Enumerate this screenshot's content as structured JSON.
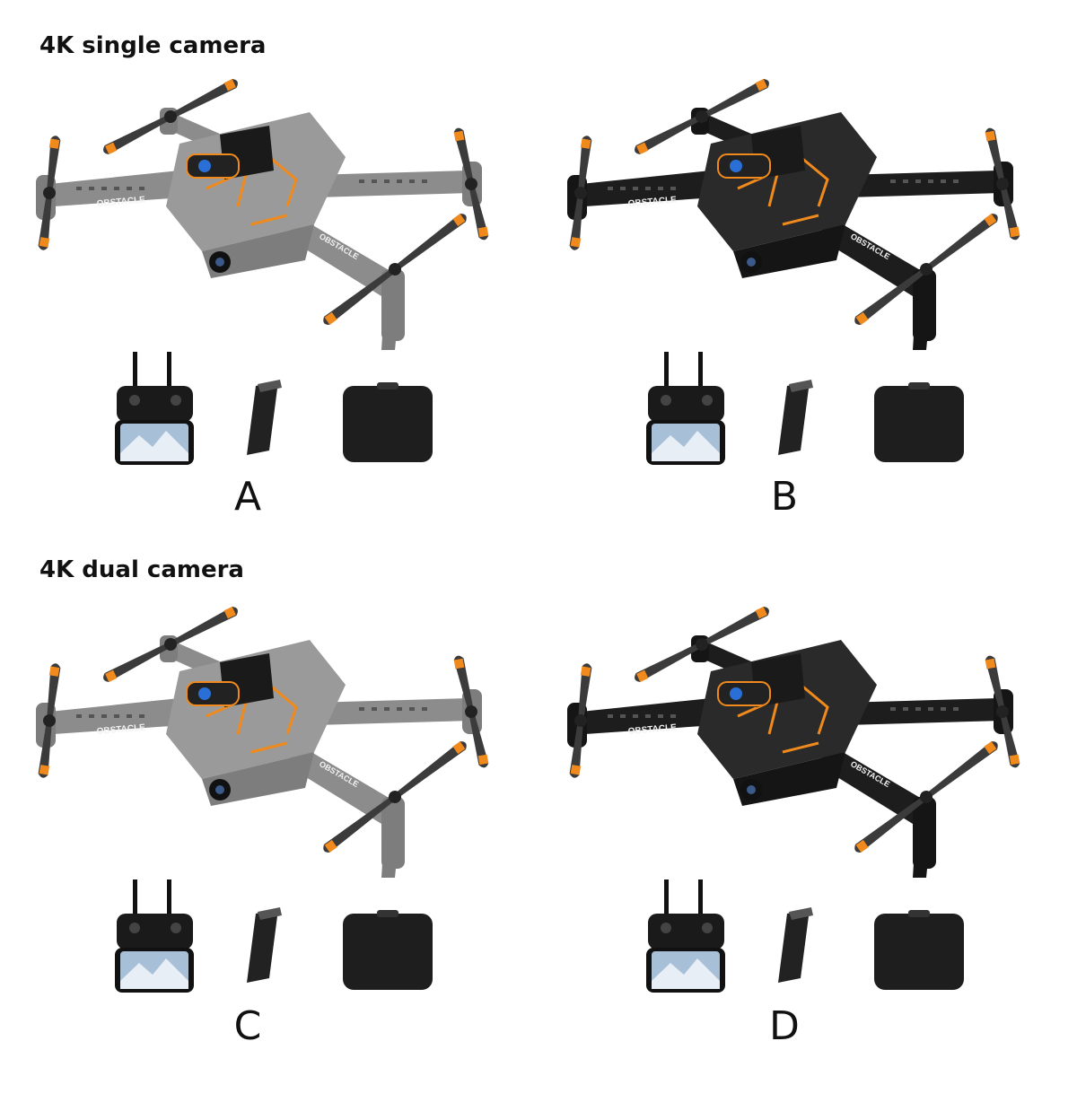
{
  "sections": [
    {
      "title": "4K single camera"
    },
    {
      "title": "4K dual camera"
    }
  ],
  "variants": [
    {
      "label": "A",
      "color": "gray",
      "arm_text": "OBSTACLE"
    },
    {
      "label": "B",
      "color": "black",
      "arm_text": "OBSTACLE"
    },
    {
      "label": "C",
      "color": "gray",
      "arm_text": "OBSTACLE"
    },
    {
      "label": "D",
      "color": "black",
      "arm_text": "OBSTACLE"
    }
  ],
  "palette": {
    "gray_body": "#9a9a9a",
    "gray_dark": "#7d7d7d",
    "black_body": "#2a2a2a",
    "black_dark": "#151515",
    "accent_orange": "#f08a1c",
    "propeller": "#3b3b3b",
    "case": "#1e1e1e"
  },
  "accessories": [
    "remote-controller",
    "battery",
    "storage-case"
  ]
}
